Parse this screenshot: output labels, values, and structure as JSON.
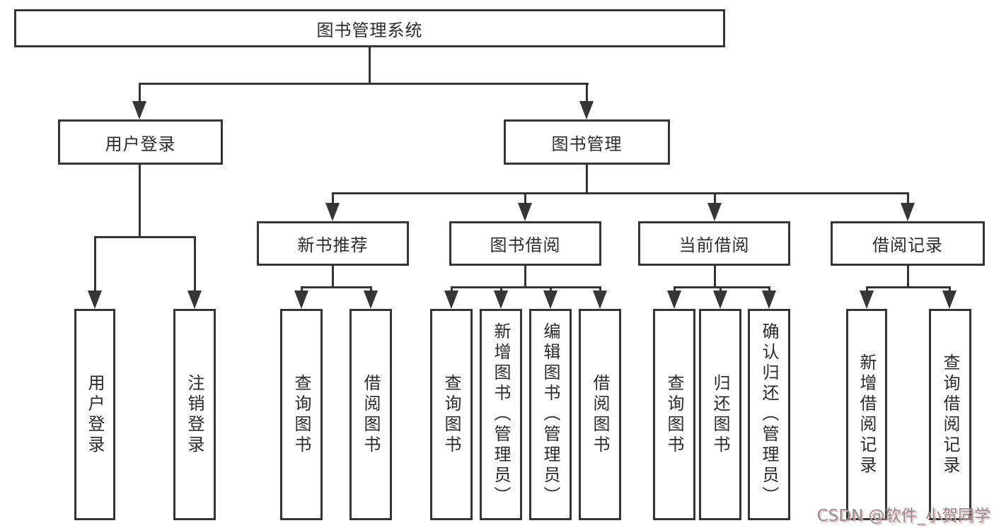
{
  "tree": {
    "label": "图书管理系统",
    "children": [
      {
        "label": "用户登录",
        "children": [
          {
            "label": "用户登录"
          },
          {
            "label": "注销登录"
          }
        ]
      },
      {
        "label": "图书管理",
        "children": [
          {
            "label": "新书推荐",
            "children": [
              {
                "label": "查询图书"
              },
              {
                "label": "借阅图书"
              }
            ]
          },
          {
            "label": "图书借阅",
            "children": [
              {
                "label": "查询图书"
              },
              {
                "label": "新增图书（管理员）"
              },
              {
                "label": "编辑图书（管理员）"
              },
              {
                "label": "借阅图书"
              }
            ]
          },
          {
            "label": "当前借阅",
            "children": [
              {
                "label": "查询图书"
              },
              {
                "label": "归还图书"
              },
              {
                "label": "确认归还（管理员）"
              }
            ]
          },
          {
            "label": "借阅记录",
            "children": [
              {
                "label": "新增借阅记录"
              },
              {
                "label": "查询借阅记录"
              }
            ]
          }
        ]
      }
    ]
  },
  "watermark": "CSDN @软件_小贺同学",
  "colors": {
    "line": "#363636",
    "text": "#2b2b2b",
    "background": "#ffffff",
    "watermark_gray": "#8f8f8f",
    "watermark_pink": "#ecb3be"
  }
}
